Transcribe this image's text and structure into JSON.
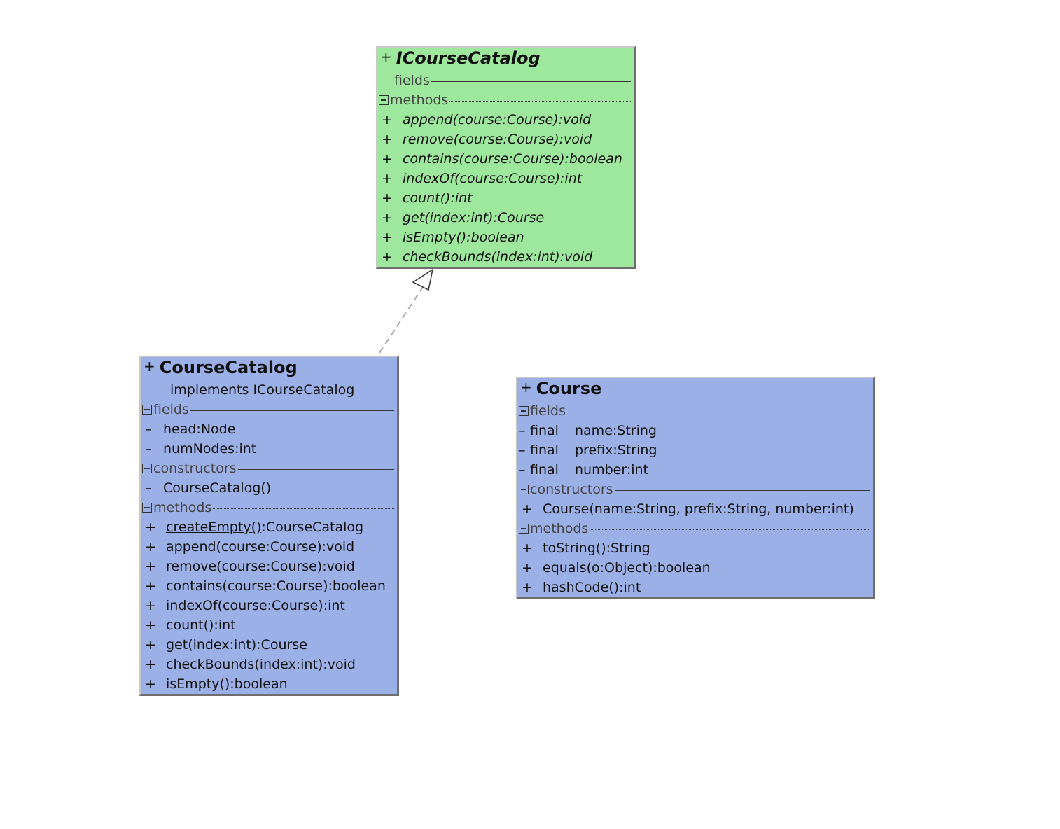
{
  "interface": {
    "visibility": "+",
    "name": "ICourseCatalog",
    "fields_label": "fields",
    "methods_label": "methods",
    "methods": [
      {
        "vis": "+",
        "sig": "append(course:Course):void"
      },
      {
        "vis": "+",
        "sig": "remove(course:Course):void"
      },
      {
        "vis": "+",
        "sig": "contains(course:Course):boolean"
      },
      {
        "vis": "+",
        "sig": "indexOf(course:Course):int"
      },
      {
        "vis": "+",
        "sig": "count():int"
      },
      {
        "vis": "+",
        "sig": "get(index:int):Course"
      },
      {
        "vis": "+",
        "sig": "isEmpty():boolean"
      },
      {
        "vis": "+",
        "sig": "checkBounds(index:int):void"
      }
    ]
  },
  "course_catalog": {
    "visibility": "+",
    "name": "CourseCatalog",
    "implements_text": "implements  ICourseCatalog",
    "fields_label": "fields",
    "fields": [
      {
        "vis": "–",
        "sig": "head:Node"
      },
      {
        "vis": "–",
        "sig": "numNodes:int"
      }
    ],
    "constructors_label": "constructors",
    "constructors": [
      {
        "vis": "–",
        "sig": "CourseCatalog()"
      }
    ],
    "methods_label": "methods",
    "static_method": {
      "vis": "+",
      "name": "createEmpty()",
      "ret": ":CourseCatalog"
    },
    "methods": [
      {
        "vis": "+",
        "sig": "append(course:Course):void"
      },
      {
        "vis": "+",
        "sig": "remove(course:Course):void"
      },
      {
        "vis": "+",
        "sig": "contains(course:Course):boolean"
      },
      {
        "vis": "+",
        "sig": "indexOf(course:Course):int"
      },
      {
        "vis": "+",
        "sig": "count():int"
      },
      {
        "vis": "+",
        "sig": "get(index:int):Course"
      },
      {
        "vis": "+",
        "sig": "checkBounds(index:int):void"
      },
      {
        "vis": "+",
        "sig": "isEmpty():boolean"
      }
    ]
  },
  "course": {
    "visibility": "+",
    "name": "Course",
    "fields_label": "fields",
    "fields": [
      {
        "vis": "–",
        "mod": "final",
        "sig": "name:String"
      },
      {
        "vis": "–",
        "mod": "final",
        "sig": "prefix:String"
      },
      {
        "vis": "–",
        "mod": "final",
        "sig": "number:int"
      }
    ],
    "constructors_label": "constructors",
    "constructors": [
      {
        "vis": "+",
        "sig": "Course(name:String, prefix:String, number:int)"
      }
    ],
    "methods_label": "methods",
    "methods": [
      {
        "vis": "+",
        "sig": "toString():String"
      },
      {
        "vis": "+",
        "sig": "equals(o:Object):boolean"
      },
      {
        "vis": "+",
        "sig": "hashCode():int"
      }
    ]
  },
  "colors": {
    "interface_fill": "#9ee89e",
    "class_fill": "#9cb0e8",
    "connector": "#aaaaaa"
  }
}
